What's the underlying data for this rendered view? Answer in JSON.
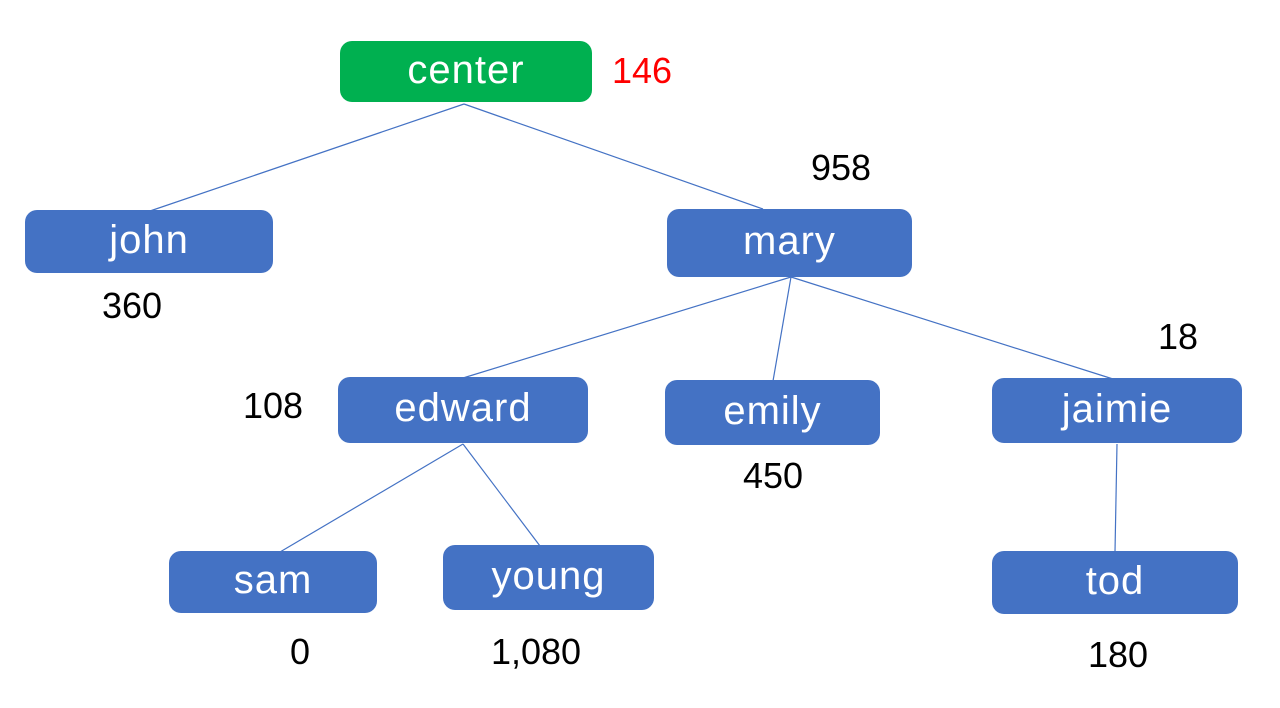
{
  "diagram": {
    "type": "tree",
    "colors": {
      "background": "#FFFFFF",
      "node_fill": "#4472C4",
      "root_node_fill": "#00B050",
      "node_text": "#FFFFFF",
      "value_text": "#000000",
      "root_value_text": "#FF0000",
      "edge_line": "#4472C4"
    },
    "nodes": {
      "center": {
        "label": "center",
        "value": "146"
      },
      "john": {
        "label": "john",
        "value": "360"
      },
      "mary": {
        "label": "mary",
        "value": "958"
      },
      "edward": {
        "label": "edward",
        "value": "108"
      },
      "emily": {
        "label": "emily",
        "value": "450"
      },
      "jaimie": {
        "label": "jaimie",
        "value": "18"
      },
      "sam": {
        "label": "sam",
        "value": "0"
      },
      "young": {
        "label": "young",
        "value": "1,080"
      },
      "tod": {
        "label": "tod",
        "value": "180"
      }
    },
    "edges": [
      {
        "from": "center",
        "to": "john"
      },
      {
        "from": "center",
        "to": "mary"
      },
      {
        "from": "mary",
        "to": "edward"
      },
      {
        "from": "mary",
        "to": "emily"
      },
      {
        "from": "mary",
        "to": "jaimie"
      },
      {
        "from": "edward",
        "to": "sam"
      },
      {
        "from": "edward",
        "to": "young"
      },
      {
        "from": "jaimie",
        "to": "tod"
      }
    ]
  }
}
